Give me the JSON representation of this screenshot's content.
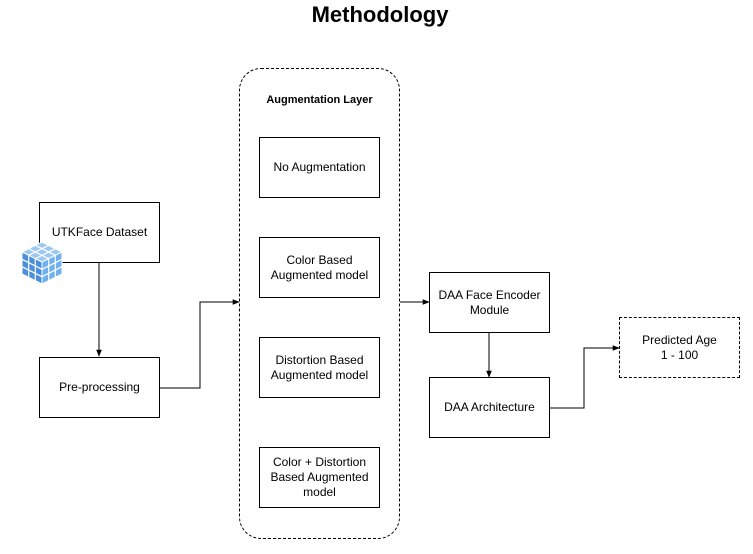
{
  "title": "Methodology",
  "nodes": {
    "dataset": "UTKFace Dataset",
    "preprocessing": "Pre-processing",
    "augmentation_layer": "Augmentation Layer",
    "no_augmentation": "No Augmentation",
    "color_based": "Color Based Augmented model",
    "distortion_based": "Distortion Based Augmented model",
    "color_distortion": "Color + Distortion Based Augmented model",
    "encoder": "DAA Face Encoder Module",
    "architecture": "DAA Architecture",
    "predicted_age": "Predicted Age 1 - 100"
  },
  "icons": {
    "dataset": "database-cube-icon"
  },
  "colors": {
    "cube": "#5aa0e6"
  }
}
